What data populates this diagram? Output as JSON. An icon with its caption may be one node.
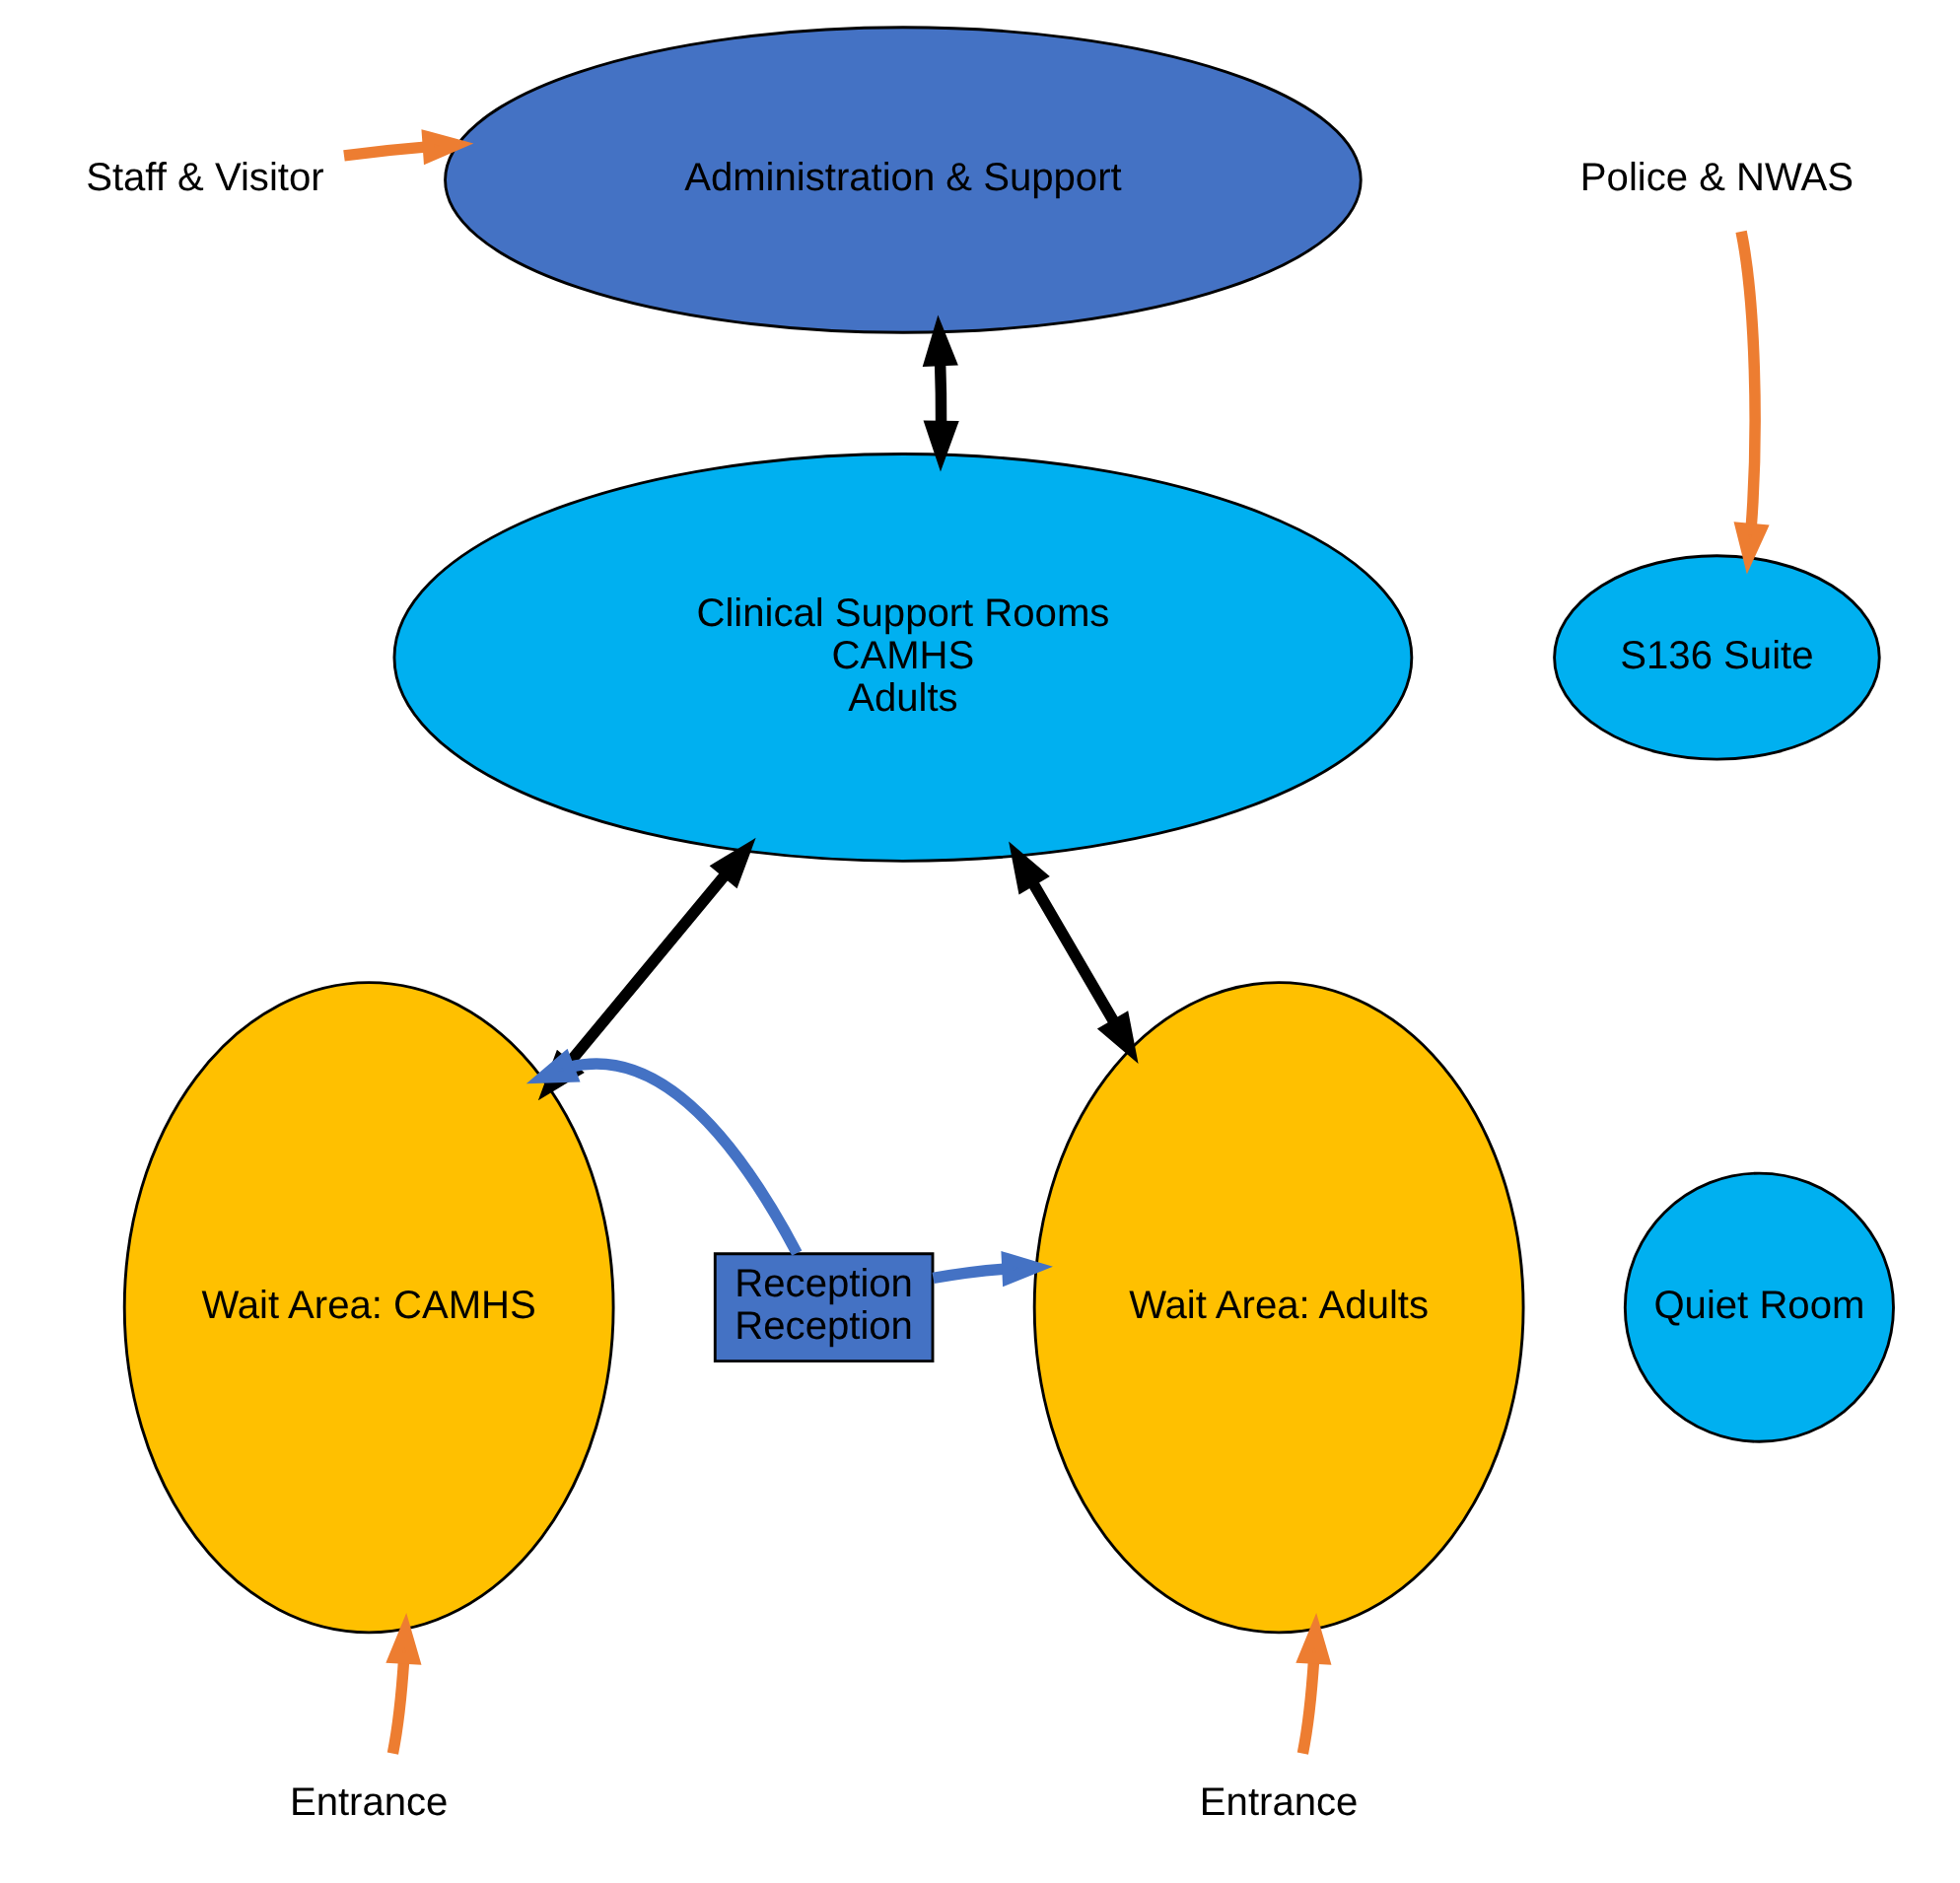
{
  "diagram": {
    "nodes": [
      {
        "text": [
          "Administration & Support"
        ]
      },
      {
        "text": [
          "Clinical Support Rooms",
          "CAMHS",
          "Adults"
        ]
      },
      {
        "text": [
          "S136 Suite"
        ]
      },
      {
        "text": [
          "Quiet Room"
        ]
      },
      {
        "text": [
          "Reception",
          "Reception"
        ]
      },
      {
        "text": [
          "Wait Area: CAMHS"
        ]
      },
      {
        "text": [
          "Wait Area: Adults"
        ]
      },
      {
        "text": [
          "Staff & Visitor"
        ]
      },
      {
        "text": [
          "Police & NWAS"
        ]
      },
      {
        "text": [
          "Entrance"
        ]
      },
      {
        "text": [
          "Entrance"
        ]
      }
    ],
    "edges": [
      {
        "from": 7,
        "to": 0,
        "arrow": "to"
      },
      {
        "from": 8,
        "to": 2,
        "arrow": "to"
      },
      {
        "from": 0,
        "to": 1,
        "arrow": "both",
        "color": "#000000"
      },
      {
        "from": 1,
        "to": 5,
        "arrow": "both",
        "color": "#000000"
      },
      {
        "from": 1,
        "to": 6,
        "arrow": "both",
        "color": "#000000"
      },
      {
        "from": 4,
        "to": 5,
        "arrow": "to",
        "color": "#4472c4"
      },
      {
        "from": 4,
        "to": 6,
        "arrow": "to",
        "color": "#4472c4"
      },
      {
        "from": 9,
        "to": 5,
        "arrow": "to"
      },
      {
        "from": 10,
        "to": 6,
        "arrow": "to"
      }
    ]
  }
}
